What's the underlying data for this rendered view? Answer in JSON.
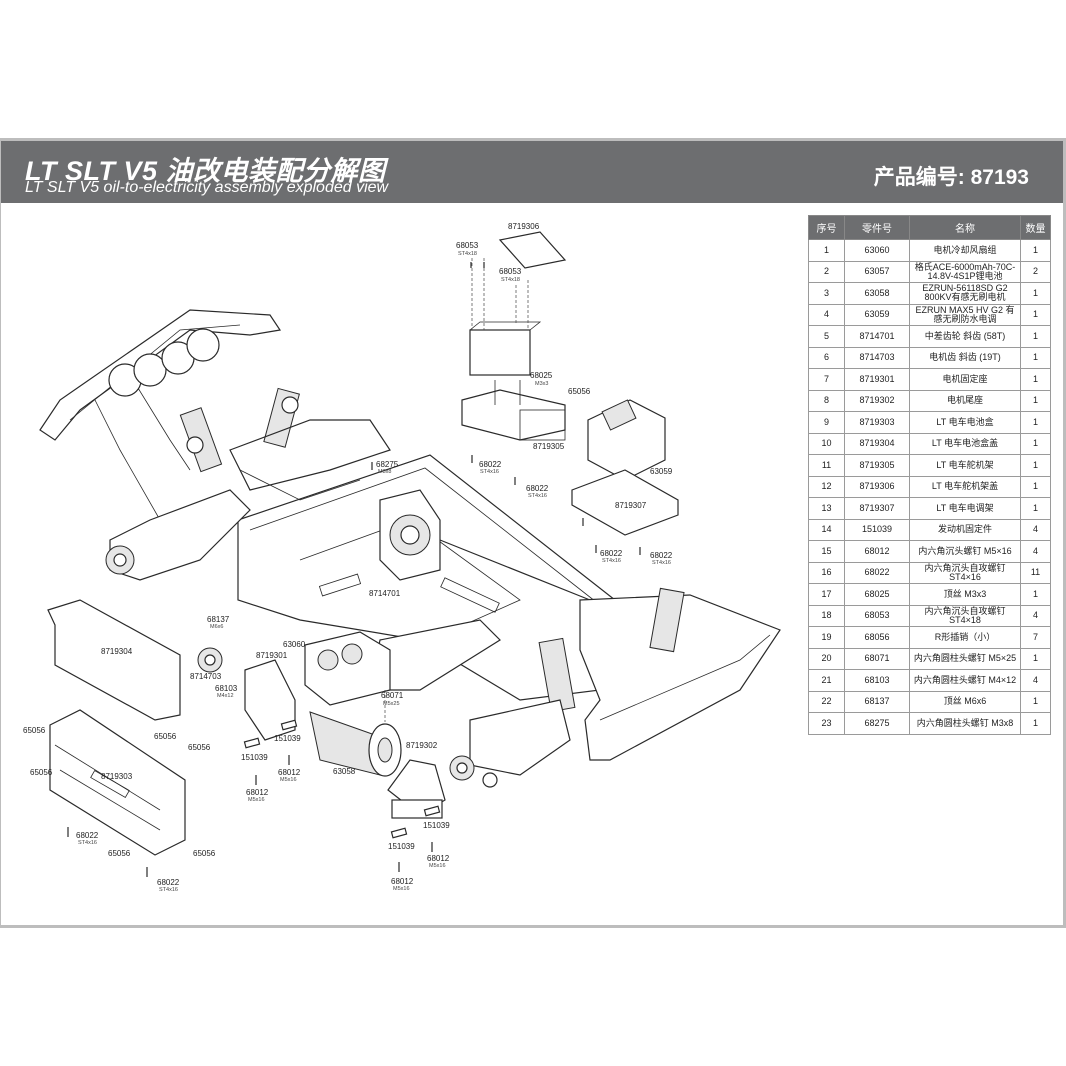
{
  "header": {
    "title_cn": "LT SLT V5 油改电装配分解图",
    "title_en": "LT SLT V5 oil-to-electricity assembly exploded view",
    "product_label": "产品编号: 87193"
  },
  "table": {
    "headers": [
      "序号",
      "零件号",
      "名称",
      "数量"
    ],
    "rows": [
      {
        "no": "1",
        "code": "63060",
        "name": "电机冷却风扇组",
        "qty": "1"
      },
      {
        "no": "2",
        "code": "63057",
        "name": "格氏ACE-6000mAh-70C-14.8V-4S1P锂电池",
        "qty": "2"
      },
      {
        "no": "3",
        "code": "63058",
        "name": "EZRUN-56118SD G2 800KV有感无刷电机",
        "qty": "1"
      },
      {
        "no": "4",
        "code": "63059",
        "name": "EZRUN MAX5 HV G2 有感无刷防水电调",
        "qty": "1"
      },
      {
        "no": "5",
        "code": "8714701",
        "name": "中差齿轮 斜齿 (58T)",
        "qty": "1"
      },
      {
        "no": "6",
        "code": "8714703",
        "name": "电机齿 斜齿 (19T)",
        "qty": "1"
      },
      {
        "no": "7",
        "code": "8719301",
        "name": "电机固定座",
        "qty": "1"
      },
      {
        "no": "8",
        "code": "8719302",
        "name": "电机尾座",
        "qty": "1"
      },
      {
        "no": "9",
        "code": "8719303",
        "name": "LT 电车电池盒",
        "qty": "1"
      },
      {
        "no": "10",
        "code": "8719304",
        "name": "LT 电车电池盒盖",
        "qty": "1"
      },
      {
        "no": "11",
        "code": "8719305",
        "name": "LT 电车舵机架",
        "qty": "1"
      },
      {
        "no": "12",
        "code": "8719306",
        "name": "LT 电车舵机架盖",
        "qty": "1"
      },
      {
        "no": "13",
        "code": "8719307",
        "name": "LT 电车电调架",
        "qty": "1"
      },
      {
        "no": "14",
        "code": "151039",
        "name": "发动机固定件",
        "qty": "4"
      },
      {
        "no": "15",
        "code": "68012",
        "name": "内六角沉头螺钉 M5×16",
        "qty": "4"
      },
      {
        "no": "16",
        "code": "68022",
        "name": "内六角沉头自攻螺钉 ST4×16",
        "qty": "11"
      },
      {
        "no": "17",
        "code": "68025",
        "name": "顶丝 M3x3",
        "qty": "1"
      },
      {
        "no": "18",
        "code": "68053",
        "name": "内六角沉头自攻螺钉 ST4×18",
        "qty": "4"
      },
      {
        "no": "19",
        "code": "68056",
        "name": "R形插销（小）",
        "qty": "7"
      },
      {
        "no": "20",
        "code": "68071",
        "name": "内六角圆柱头螺钉 M5×25",
        "qty": "1"
      },
      {
        "no": "21",
        "code": "68103",
        "name": "内六角圆柱头螺钉 M4×12",
        "qty": "4"
      },
      {
        "no": "22",
        "code": "68137",
        "name": "顶丝 M6x6",
        "qty": "1"
      },
      {
        "no": "23",
        "code": "68275",
        "name": "内六角圆柱头螺钉 M3x8",
        "qty": "1"
      }
    ]
  },
  "callouts": {
    "p8719306": "8719306",
    "p68053a": "68053",
    "p68053a_s": "ST4x18",
    "p68053b": "68053",
    "p68053b_s": "ST4x18",
    "p68025": "68025",
    "p68025_s": "M3x3",
    "p65056_top": "65056",
    "p8719305": "8719305",
    "p63059": "63059",
    "p68275": "68275",
    "p68275_s": "M3x8",
    "p68022_a": "68022",
    "p68022_a_s": "ST4x16",
    "p68022_b": "68022",
    "p68022_b_s": "ST4x16",
    "p8719307": "8719307",
    "p68022_c": "68022",
    "p68022_c_s": "ST4x16",
    "p68022_d": "68022",
    "p68022_d_s": "ST4x16",
    "p8714701": "8714701",
    "p8719304": "8719304",
    "p68137": "68137",
    "p68137_s": "M6x6",
    "p8714703": "8714703",
    "p8719301": "8719301",
    "p63060": "63060",
    "p68103": "68103",
    "p68103_s": "M4x12",
    "p68071": "68071",
    "p68071_s": "M5x25",
    "p8719302": "8719302",
    "p151039_a": "151039",
    "p151039_b": "151039",
    "p151039_c": "151039",
    "p151039_d": "151039",
    "p68012_a": "68012",
    "p68012_a_s": "M5x16",
    "p68012_b": "68012",
    "p68012_b_s": "M5x16",
    "p68012_c": "68012",
    "p68012_c_s": "M5x16",
    "p68012_d": "68012",
    "p68012_d_s": "M5x16",
    "p63058": "63058",
    "p8719303": "8719303",
    "p65056_a": "65056",
    "p65056_b": "65056",
    "p65056_c": "65056",
    "p65056_d": "65056",
    "p65056_e": "65056",
    "p65056_f": "65056",
    "p68022_e": "68022",
    "p68022_e_s": "ST4x16",
    "p68022_f": "68022",
    "p68022_f_s": "ST4x16"
  }
}
